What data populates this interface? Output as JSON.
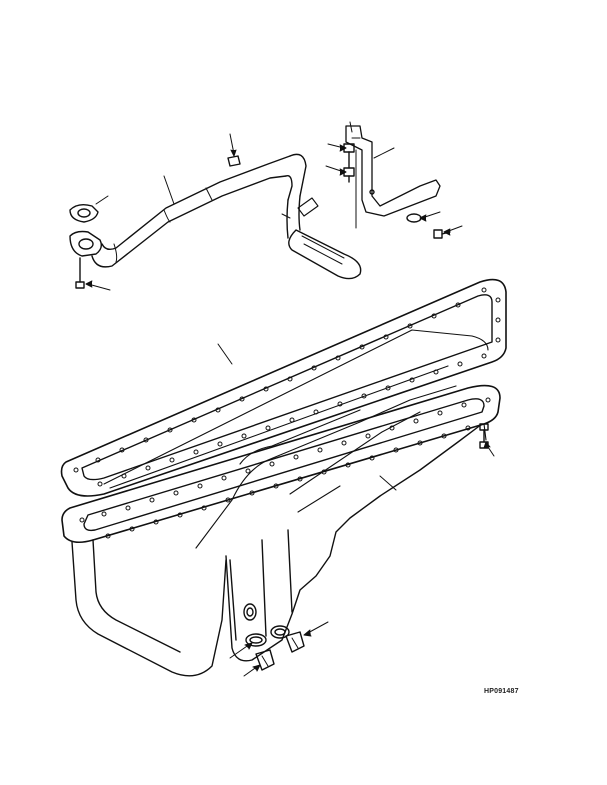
{
  "figure": {
    "reference_code": "HP091487"
  },
  "parts": [
    {
      "name": "suction-tube",
      "kind": "tube"
    },
    {
      "name": "suction-tube-flange-gasket",
      "kind": "gasket"
    },
    {
      "name": "suction-tube-bolt",
      "kind": "bolt"
    },
    {
      "name": "tube-clip-nut",
      "kind": "nut"
    },
    {
      "name": "support-bracket",
      "kind": "bracket"
    },
    {
      "name": "bracket-bolts",
      "kind": "bolt"
    },
    {
      "name": "bracket-washer",
      "kind": "washer"
    },
    {
      "name": "bracket-screw",
      "kind": "bolt"
    },
    {
      "name": "oil-pan-gasket",
      "kind": "gasket"
    },
    {
      "name": "oil-pan",
      "kind": "pan"
    },
    {
      "name": "oil-pan-capscrew",
      "kind": "bolt"
    },
    {
      "name": "drain-plug",
      "kind": "plug"
    },
    {
      "name": "drain-plug-seal-ring",
      "kind": "seal"
    }
  ],
  "colors": {
    "line": "#111111",
    "paper": "#ffffff"
  }
}
